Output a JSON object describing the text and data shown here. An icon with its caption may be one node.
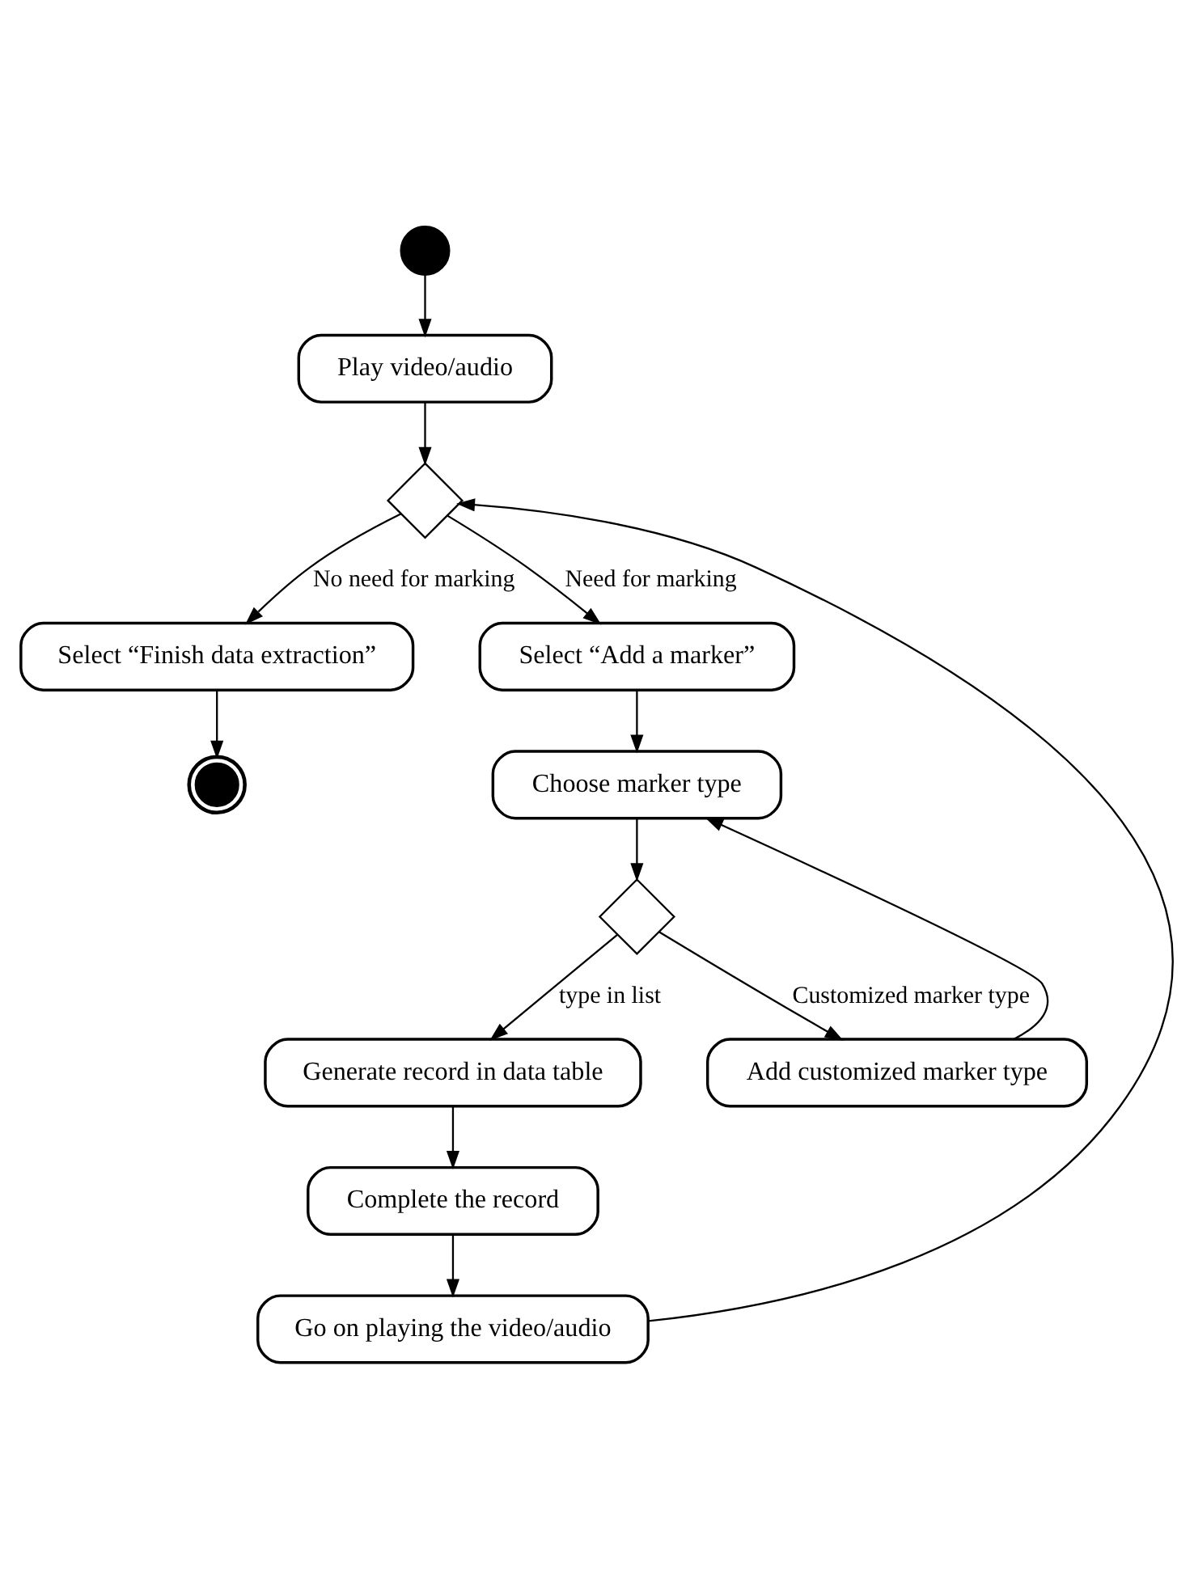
{
  "diagram": {
    "nodes": [
      {
        "text": [],
        "shape": "circle"
      },
      {
        "text": [
          "Play video/audio"
        ]
      },
      {
        "text": [],
        "shape": "diamond"
      },
      {
        "text": [
          "Select “Finish data extraction”"
        ]
      },
      {
        "text": [],
        "shape": "circle"
      },
      {
        "text": [
          "Select “Add a marker”"
        ]
      },
      {
        "text": [
          "Choose marker type"
        ]
      },
      {
        "text": [],
        "shape": "diamond"
      },
      {
        "text": [
          "Generate record in data table"
        ]
      },
      {
        "text": [
          "Add customized marker type"
        ]
      },
      {
        "text": [
          "Complete the record"
        ]
      },
      {
        "text": [
          "Go on playing the video/audio"
        ]
      }
    ],
    "edges": [
      {
        "from": 0,
        "to": 1,
        "arrow": "to"
      },
      {
        "from": 1,
        "to": 2,
        "arrow": "to"
      },
      {
        "from": 2,
        "to": 3,
        "arrow": "to",
        "label": "No need for marking"
      },
      {
        "from": 3,
        "to": 4,
        "arrow": "to"
      },
      {
        "from": 2,
        "to": 5,
        "arrow": "to",
        "label": "Need for marking"
      },
      {
        "from": 5,
        "to": 6,
        "arrow": "to"
      },
      {
        "from": 6,
        "to": 7,
        "arrow": "to"
      },
      {
        "from": 7,
        "to": 8,
        "arrow": "to",
        "label": "type in list"
      },
      {
        "from": 7,
        "to": 9,
        "arrow": "to",
        "label": "Customized marker type"
      },
      {
        "from": 9,
        "to": 6,
        "arrow": "to"
      },
      {
        "from": 8,
        "to": 10,
        "arrow": "to"
      },
      {
        "from": 10,
        "to": 11,
        "arrow": "to"
      },
      {
        "from": 11,
        "to": 2,
        "arrow": "to"
      }
    ]
  }
}
